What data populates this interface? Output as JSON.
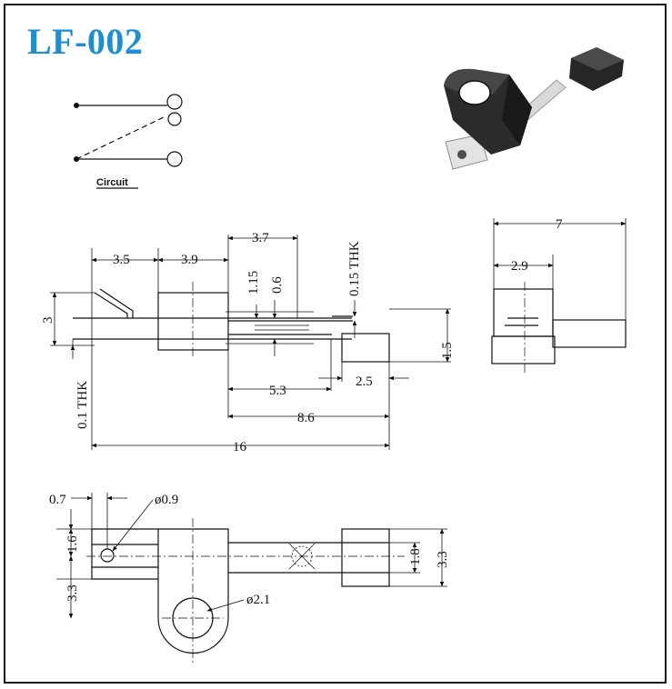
{
  "title": "LF-002",
  "circuit_label": "Circuit",
  "colors": {
    "title": "#1a8fd6",
    "line": "#111111",
    "photo_body": "#2b2b2b"
  },
  "dimensions": {
    "d_3_5": "3.5",
    "d_3_9": "3.9",
    "d_3_7": "3.7",
    "d_3": "3",
    "d_1_15": "1.15",
    "d_0_6": "0.6",
    "d_0_15_thk": "0.15 THK",
    "d_1_5": "1.5",
    "d_0_1_thk": "0.1 THK",
    "d_5_3": "5.3",
    "d_2_5": "2.5",
    "d_8_6": "8.6",
    "d_16": "16",
    "d_7": "7",
    "d_2_9": "2.9",
    "d_0_7": "0.7",
    "d_phi_0_9": "ø0.9",
    "d_1_6": "1.6",
    "d_3_3_left": "3.3",
    "d_phi_2_1": "ø2.1",
    "d_1_8": "1.8",
    "d_3_3_right": "3.3"
  }
}
